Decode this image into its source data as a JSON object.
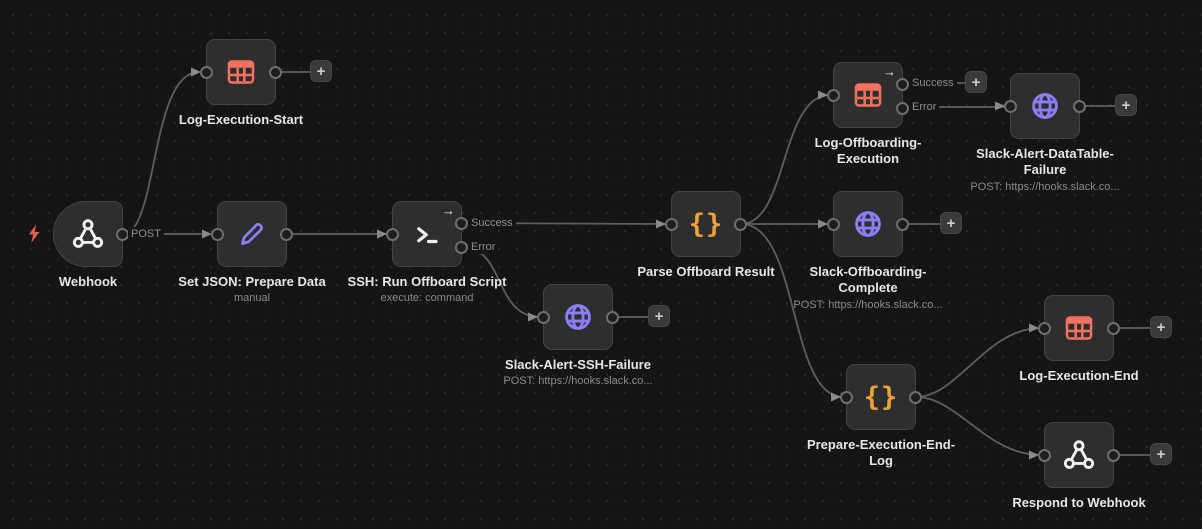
{
  "ui": {
    "plus": "+",
    "node_indicator_arrow": "→",
    "braces_glyph": "{}"
  },
  "colors": {
    "canvas": "#151515",
    "node_background": "#2e2e2e",
    "node_border": "#434343",
    "connection": "#5f5f5f",
    "label": "#e6e6e6",
    "sublabel": "#8a8a8a",
    "datatable_red": "#f4705f",
    "http_purple": "#8b7ff7",
    "code_orange": "#eda13a",
    "white_icon": "#f2f2f2",
    "trigger_bolt": "#e85c48"
  },
  "nodes": [
    {
      "id": "webhook",
      "label": "Webhook",
      "icon": "webhook-icon",
      "output_labels": [
        "POST"
      ]
    },
    {
      "id": "log-execution-start",
      "label": "Log-Execution-Start",
      "icon": "data-table-icon"
    },
    {
      "id": "set-json-prepare-data",
      "label": "Set JSON: Prepare Data",
      "sublabel": "manual",
      "icon": "pencil-icon"
    },
    {
      "id": "ssh-run-offboard-script",
      "label": "SSH: Run Offboard Script",
      "sublabel": "execute: command",
      "icon": "terminal-icon",
      "output_labels": [
        "Success",
        "Error"
      ]
    },
    {
      "id": "slack-alert-ssh-failure",
      "label": "Slack-Alert-SSH-Failure",
      "sublabel": "POST: https://hooks.slack.co...",
      "icon": "globe-icon"
    },
    {
      "id": "parse-offboard-result",
      "label": "Parse Offboard Result",
      "icon": "code-braces-icon"
    },
    {
      "id": "log-offboarding-execution",
      "label": "Log-Offboarding-\nExecution",
      "icon": "data-table-icon",
      "output_labels": [
        "Success",
        "Error"
      ]
    },
    {
      "id": "slack-alert-datatable-failure",
      "label": "Slack-Alert-DataTable-\nFailure",
      "sublabel": "POST: https://hooks.slack.co...",
      "icon": "globe-icon"
    },
    {
      "id": "slack-offboarding-complete",
      "label": "Slack-Offboarding-\nComplete",
      "sublabel": "POST: https://hooks.slack.co...",
      "icon": "globe-icon"
    },
    {
      "id": "prepare-execution-end-log",
      "label": "Prepare-Execution-End-\nLog",
      "icon": "code-braces-icon"
    },
    {
      "id": "log-execution-end",
      "label": "Log-Execution-End",
      "icon": "data-table-icon"
    },
    {
      "id": "respond-to-webhook",
      "label": "Respond to Webhook",
      "icon": "webhook-icon"
    }
  ]
}
